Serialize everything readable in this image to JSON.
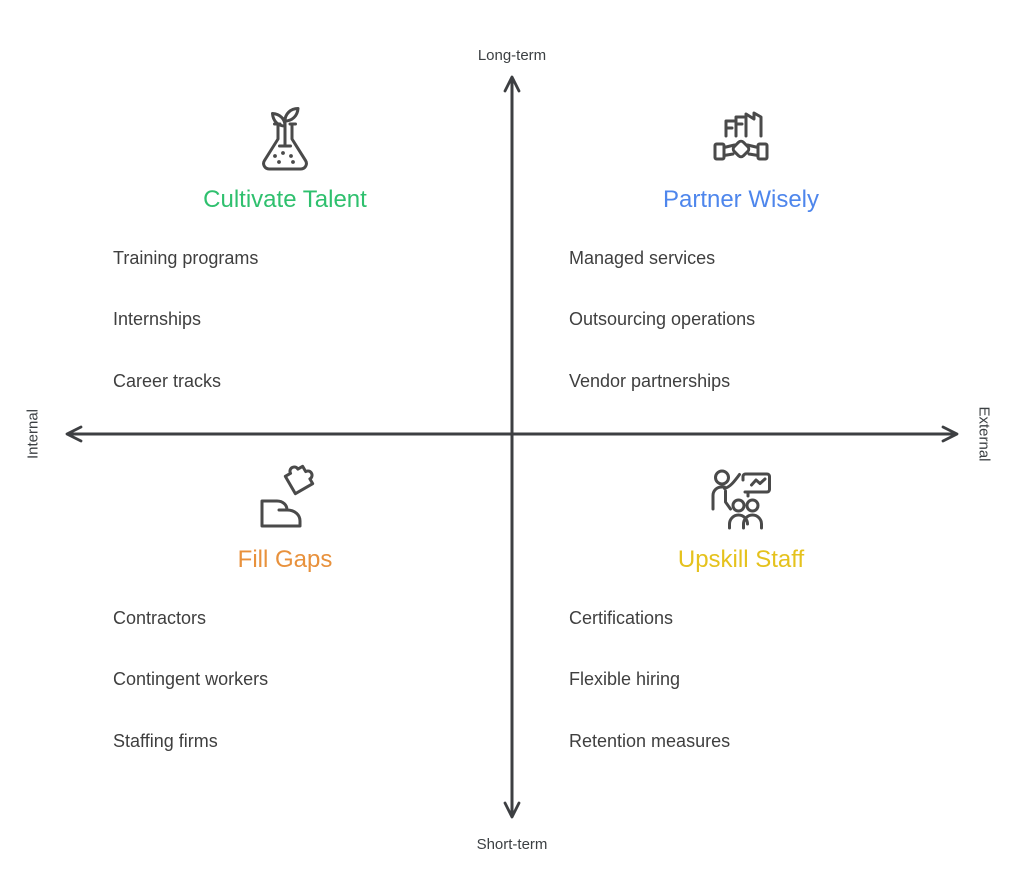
{
  "diagram": {
    "axes": {
      "top_label": "Long-term",
      "bottom_label": "Short-term",
      "left_label": "Internal",
      "right_label": "External",
      "line_color": "#3d3f42"
    },
    "icon_color": "#4a4a4a",
    "item_text_color": "#3f3f3f",
    "quadrants": [
      {
        "id": "cultivate-talent",
        "title": "Cultivate Talent",
        "color": "#2fc06e",
        "icon": "flask-sprout-icon",
        "items": [
          "Training programs",
          "Internships",
          "Career tracks"
        ]
      },
      {
        "id": "partner-wisely",
        "title": "Partner Wisely",
        "color": "#4e86ec",
        "icon": "factory-handshake-icon",
        "items": [
          "Managed services",
          "Outsourcing operations",
          "Vendor partnerships"
        ]
      },
      {
        "id": "fill-gaps",
        "title": "Fill Gaps",
        "color": "#e8913c",
        "icon": "hand-puzzle-icon",
        "items": [
          "Contractors",
          "Contingent workers",
          "Staffing firms"
        ]
      },
      {
        "id": "upskill-staff",
        "title": "Upskill Staff",
        "color": "#e5c21d",
        "icon": "trainer-presentation-icon",
        "items": [
          "Certifications",
          "Flexible hiring",
          "Retention measures"
        ]
      }
    ]
  }
}
